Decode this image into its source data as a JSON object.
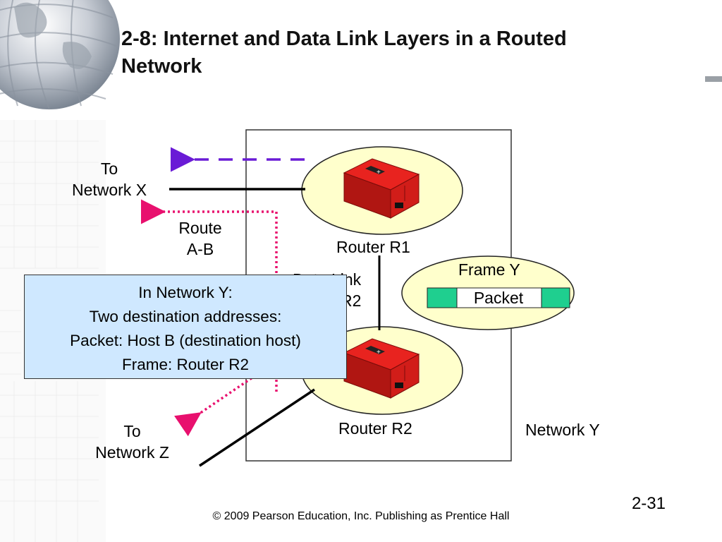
{
  "slide": {
    "title_line1": "2-8: Internet and Data Link Layers in a Routed",
    "title_line2": "Network",
    "page_number": "2-31",
    "footer": "© 2009 Pearson Education, Inc.  Publishing as Prentice Hall"
  },
  "diagram": {
    "to_network_x": [
      "To",
      "Network X"
    ],
    "route_ab": [
      "Route",
      "A-B"
    ],
    "router_r1": "Router R1",
    "router_r2": "Router R2",
    "data_link_partial": [
      "Data Link",
      "R2"
    ],
    "frame_label": "Frame Y",
    "packet_label": "Packet",
    "to_network_z": [
      "To",
      "Network Z"
    ],
    "network_y": "Network Y"
  },
  "callout": {
    "line1": "In Network Y:",
    "line2": "Two destination addresses:",
    "line3": "Packet: Host B (destination host)",
    "line4": "Frame: Router R2"
  },
  "colors": {
    "route_dashed": "#6a1bd6",
    "route_dotted": "#e8106e",
    "ellipse_fill": "#ffffcc",
    "frame_green": "#1fcf8f",
    "callout_fill": "#cfe8ff",
    "router_red": "#e8231f"
  }
}
